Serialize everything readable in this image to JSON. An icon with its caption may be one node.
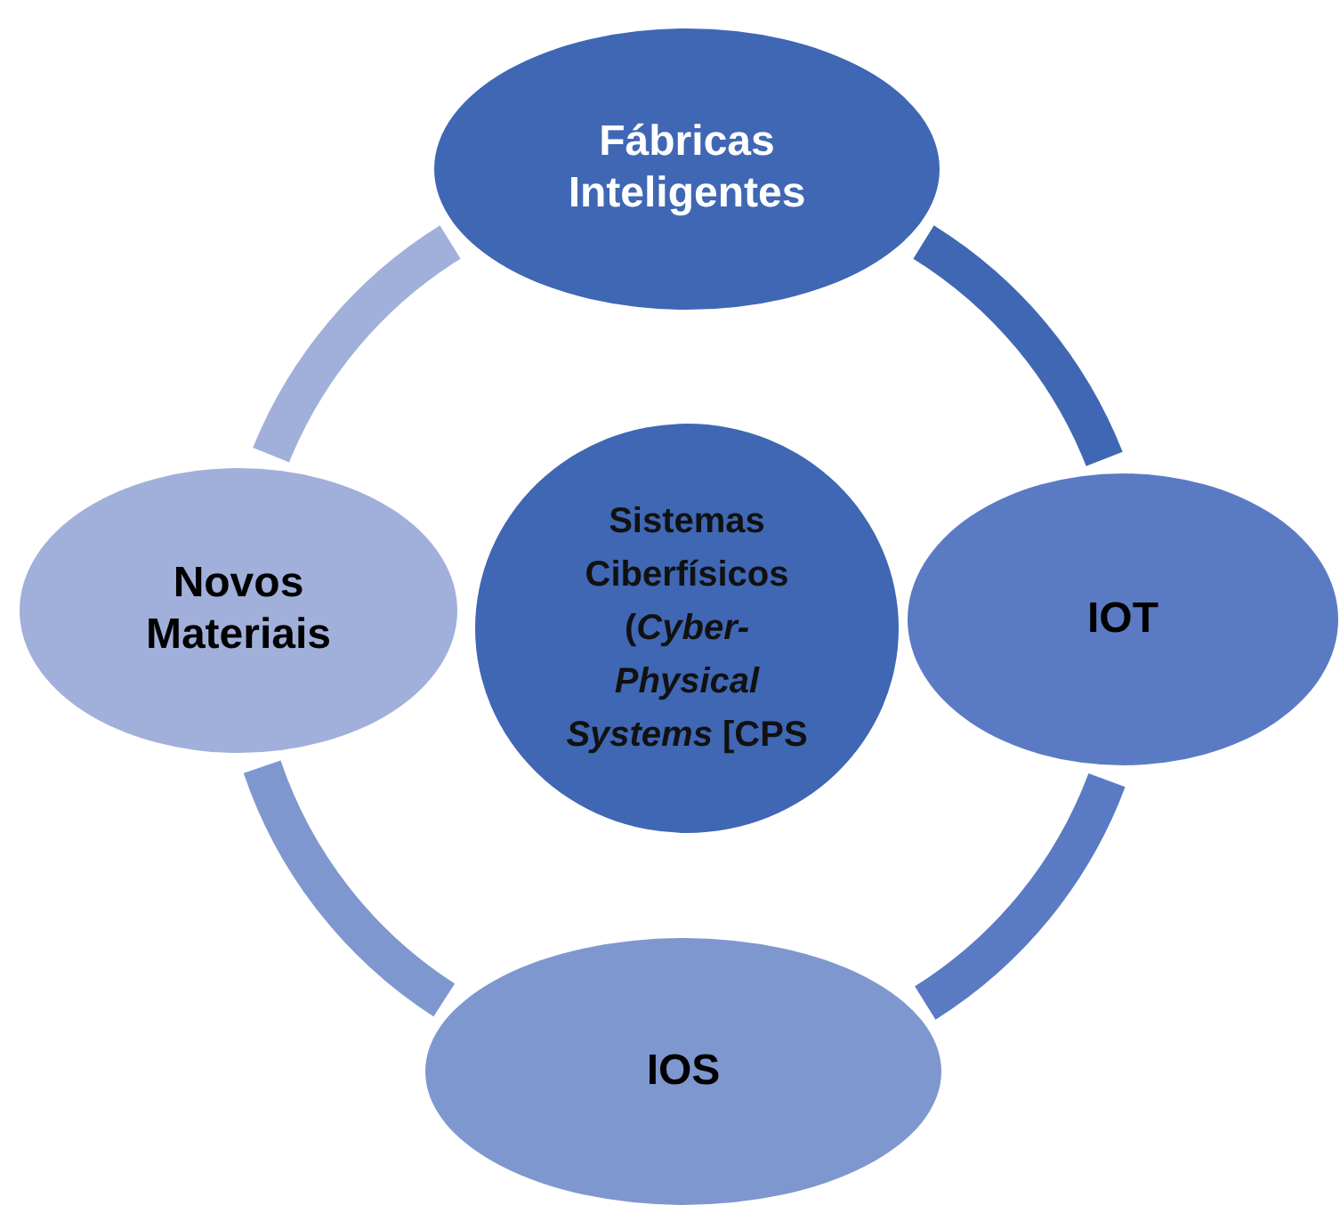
{
  "diagram": {
    "nodes": [
      {
        "text": [
          "Fábricas Inteligentes"
        ]
      },
      {
        "text": [
          "Novos Materiais"
        ]
      },
      {
        "text": [
          "Sistemas Ciberfísicos (*Cyber-Physical Systems* [CPS"
        ]
      },
      {
        "text": [
          "IOT"
        ]
      },
      {
        "text": [
          "IOS"
        ]
      }
    ],
    "edges": [
      {
        "from": 0,
        "to": 3,
        "arrow": "none",
        "color": "#3f67b4"
      },
      {
        "from": 3,
        "to": 4,
        "arrow": "none",
        "color": "#5a7bc4"
      },
      {
        "from": 4,
        "to": 1,
        "arrow": "none",
        "color": "#7f97cf"
      },
      {
        "from": 1,
        "to": 0,
        "arrow": "none",
        "color": "#a1b0da"
      }
    ]
  }
}
